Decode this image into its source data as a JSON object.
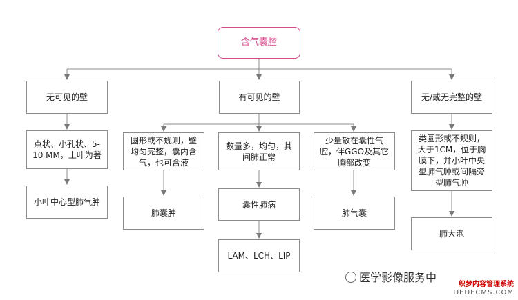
{
  "nodes": {
    "root": "含气囊腔",
    "wall_none_visible": "无可见的壁",
    "wall_visible": "有可见的壁",
    "wall_absent_incomplete": "无/或无完整的壁",
    "spot_small_hole": "点状、小孔状、5-10 MM，上叶为著",
    "round_irregular": "圆形或不规则，壁均匀完整，囊内含气，也可含液",
    "numerous_uniform": "数量多，均匀，其间肺正常",
    "few_scattered": "少量散在囊性气腔，伴GGO及其它胸部改变",
    "round_irregular_large": "类圆形或不规则，大于1CM，位于胸膜下，并小叶中央型肺气肿或间隔旁型肺气肿",
    "centrilobular_emphysema": "小叶中心型肺气肿",
    "pulmonary_cyst": "肺囊肿",
    "cystic_lung_disease": "囊性肺病",
    "pneumatocele": "肺气囊",
    "bulla": "肺大泡",
    "lam_lch_lip": "LAM、LCH、LIP"
  },
  "watermark": {
    "text": "医学影像服务中",
    "brand_line1": "织梦内容管理系统",
    "brand_line2": "DEDECMS.COM"
  }
}
